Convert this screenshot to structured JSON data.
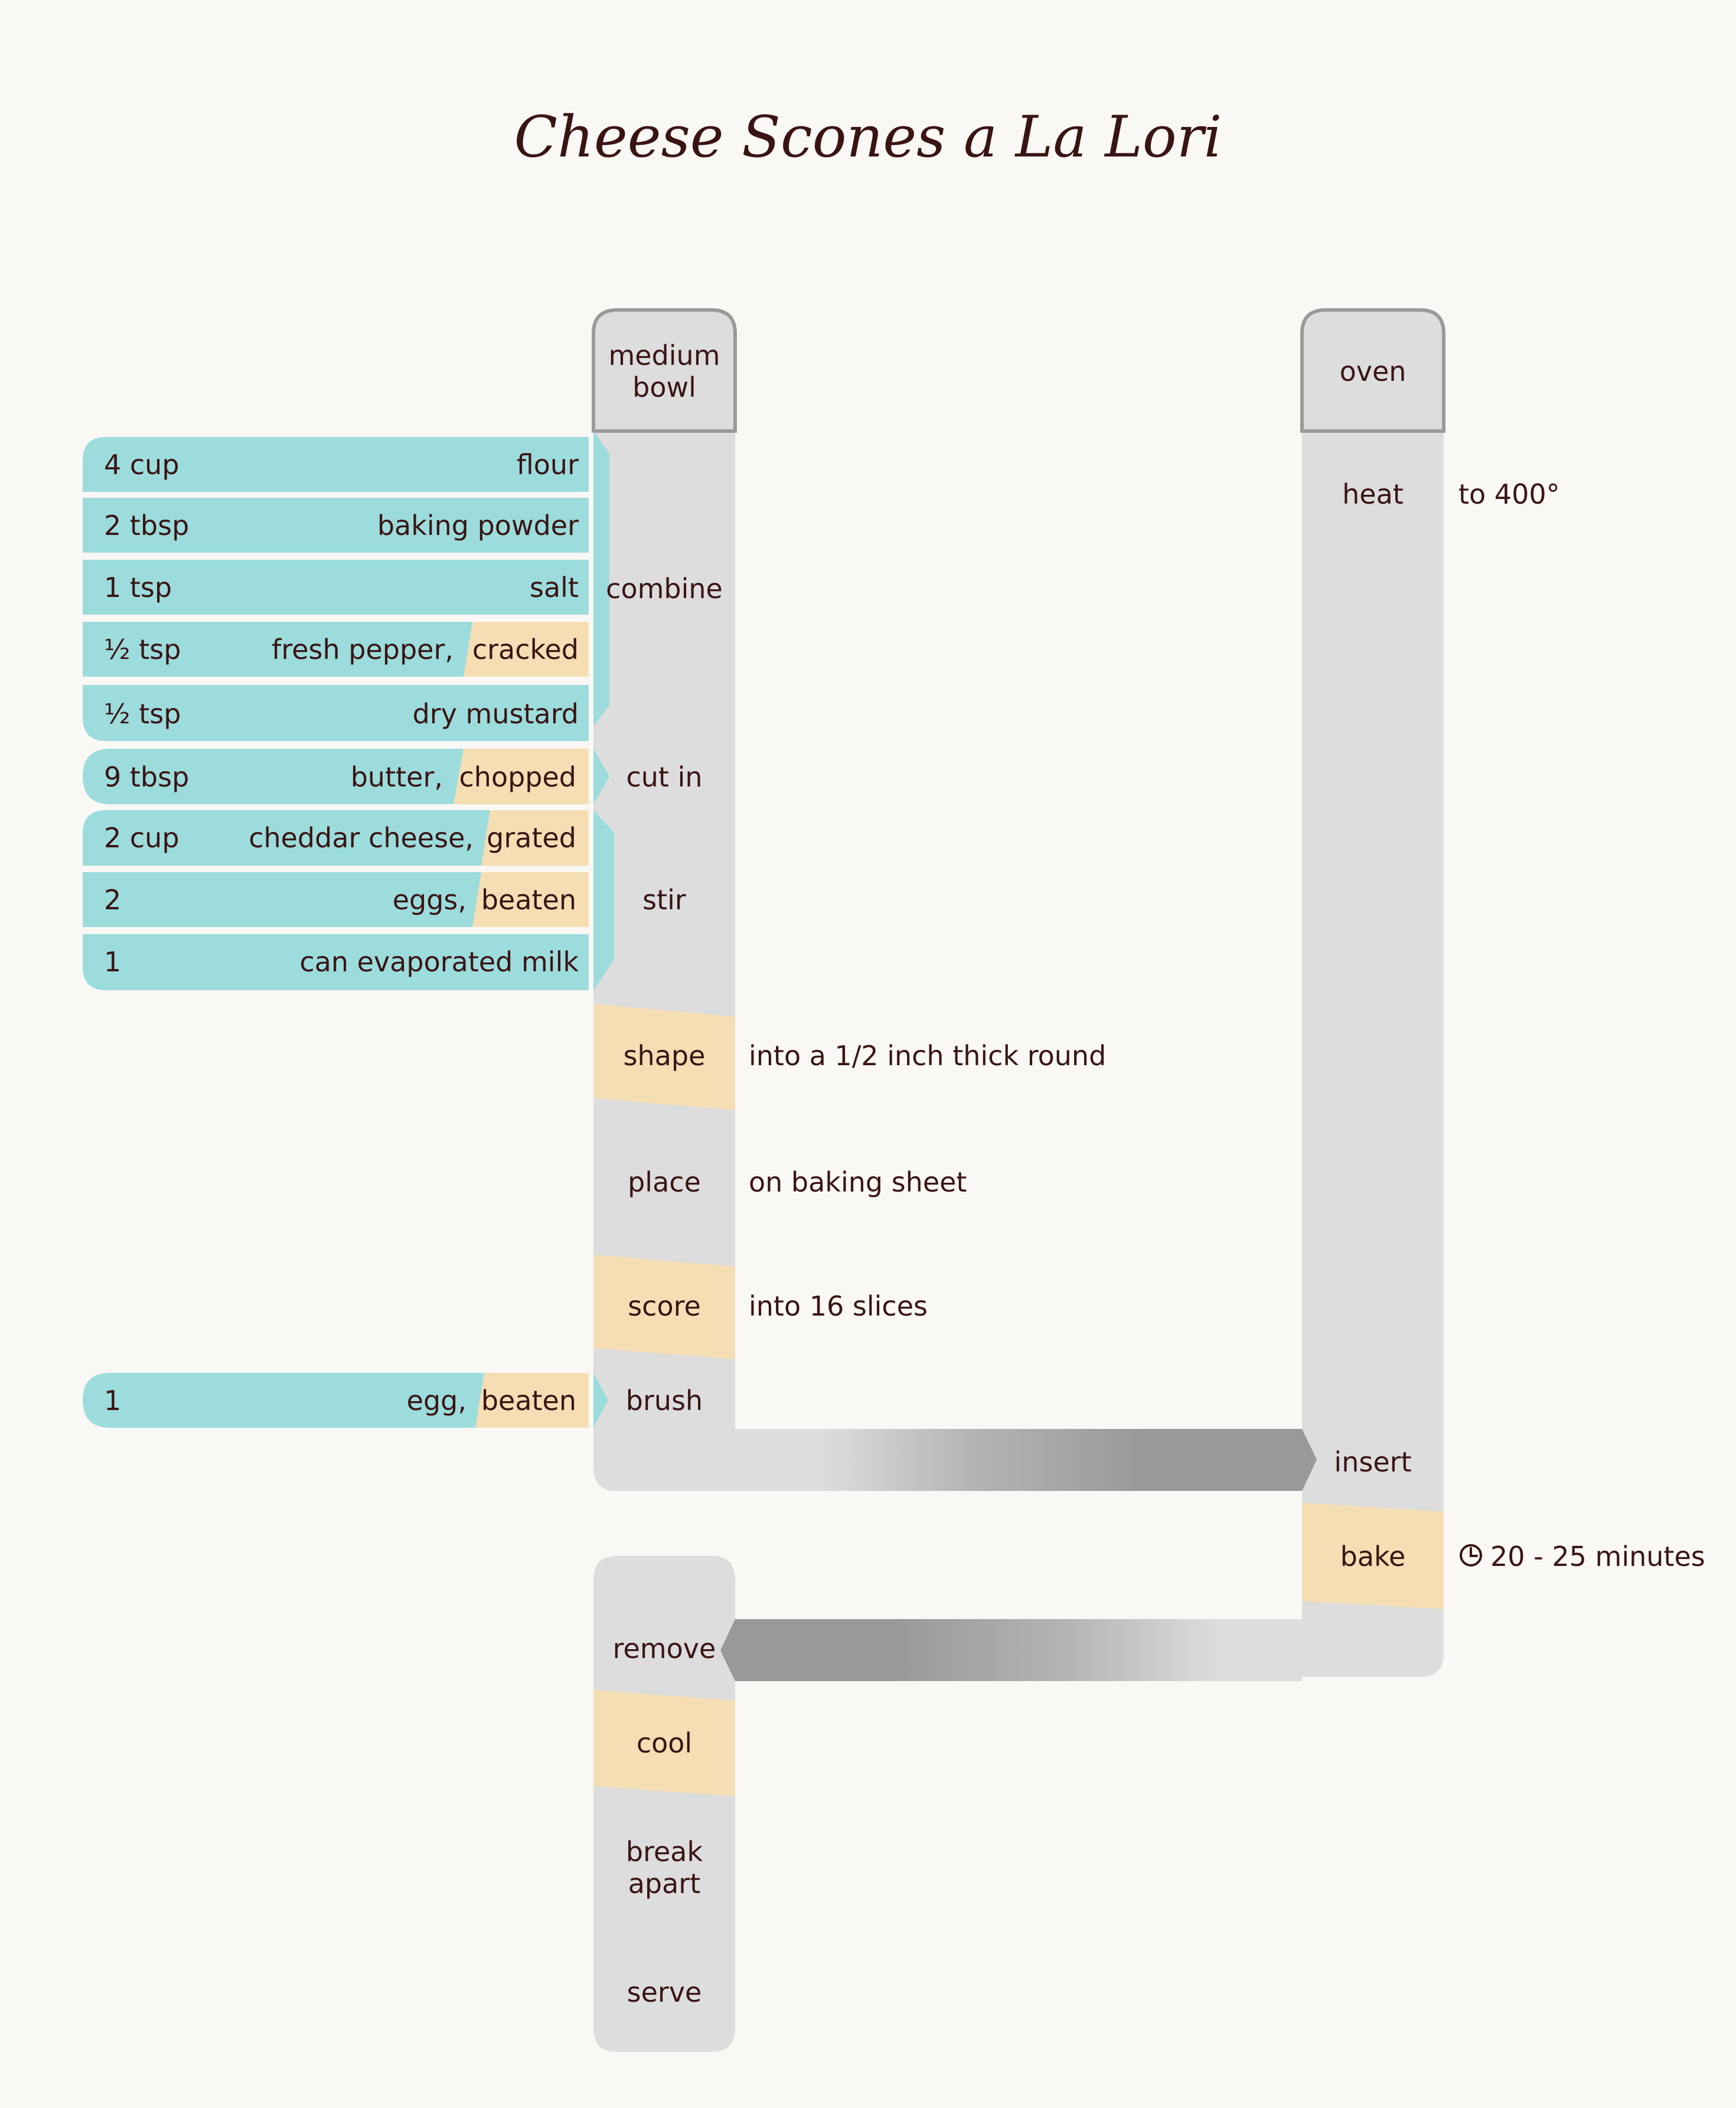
{
  "title": "Cheese Scones a La Lori",
  "colors": {
    "background": "#faf8f5",
    "column": "#dddddd",
    "column_header_border": "#9a9a9a",
    "ingredient": "#9cdcdc",
    "modifier": "#f5deb3",
    "transfer_arrow": "#999999",
    "text": "#3a1414"
  },
  "containers": {
    "bowl": {
      "label_line1": "medium",
      "label_line2": "bowl"
    },
    "oven": {
      "label": "oven"
    }
  },
  "ingredients": {
    "flour": {
      "qty": "4 cup",
      "name": "flour"
    },
    "baking_powder": {
      "qty": "2 tbsp",
      "name": "baking powder"
    },
    "salt": {
      "qty": "1 tsp",
      "name": "salt"
    },
    "pepper": {
      "qty": "½ tsp",
      "name": "fresh pepper,",
      "modifier": "cracked"
    },
    "mustard": {
      "qty": "½ tsp",
      "name": "dry mustard"
    },
    "butter": {
      "qty": "9 tbsp",
      "name": "butter,",
      "modifier": "chopped"
    },
    "cheese": {
      "qty": "2 cup",
      "name": "cheddar cheese,",
      "modifier": "grated"
    },
    "eggs": {
      "qty": "2",
      "name": "eggs,",
      "modifier": "beaten"
    },
    "milk": {
      "qty": "1",
      "name": "can evaporated milk"
    },
    "egg_wash": {
      "qty": "1",
      "name": "egg,",
      "modifier": "beaten"
    }
  },
  "steps": {
    "combine": "combine",
    "cut_in": "cut in",
    "stir": "stir",
    "shape": "shape",
    "shape_note": "into a 1/2 inch thick round",
    "place": "place",
    "place_note": "on baking sheet",
    "score": "score",
    "score_note": "into 16 slices",
    "brush": "brush",
    "heat": "heat",
    "heat_note": "to 400°",
    "insert": "insert",
    "bake": "bake",
    "bake_note": "20 - 25 minutes",
    "remove": "remove",
    "cool": "cool",
    "break_line1": "break",
    "break_line2": "apart",
    "serve": "serve"
  },
  "icons": {
    "bake_timer": "clock-icon"
  }
}
